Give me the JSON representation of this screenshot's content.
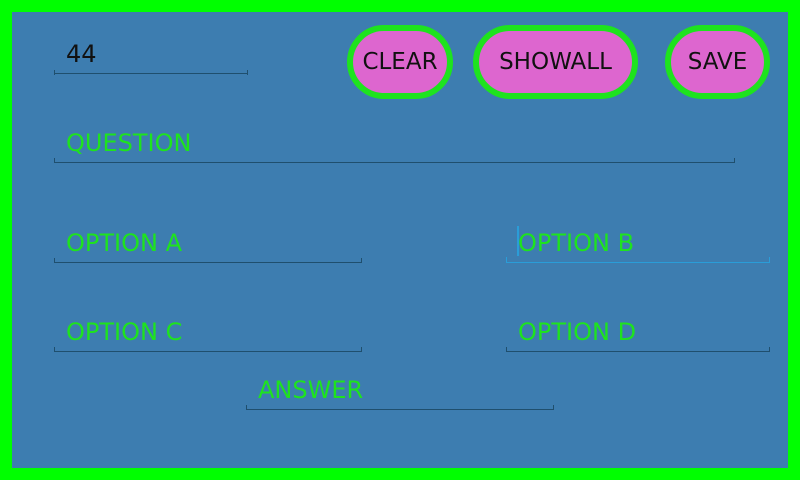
{
  "fields": {
    "question_number": {
      "value": "44"
    },
    "question": {
      "placeholder": "QUESTION"
    },
    "option_a": {
      "placeholder": "OPTION A"
    },
    "option_b": {
      "placeholder": "OPTION B"
    },
    "option_c": {
      "placeholder": "OPTION C"
    },
    "option_d": {
      "placeholder": "OPTION D"
    },
    "answer": {
      "placeholder": "ANSWER"
    }
  },
  "buttons": {
    "clear_label": "CLEAR",
    "showall_label": "SHOWALL",
    "save_label": "SAVE"
  },
  "colors": {
    "background": "#3d7db0",
    "frame_border": "#00ff00",
    "placeholder_text": "#1ee31e",
    "button_fill": "#dd66cf",
    "button_border": "#1ee31e",
    "focus_accent": "#2a9dd8"
  }
}
